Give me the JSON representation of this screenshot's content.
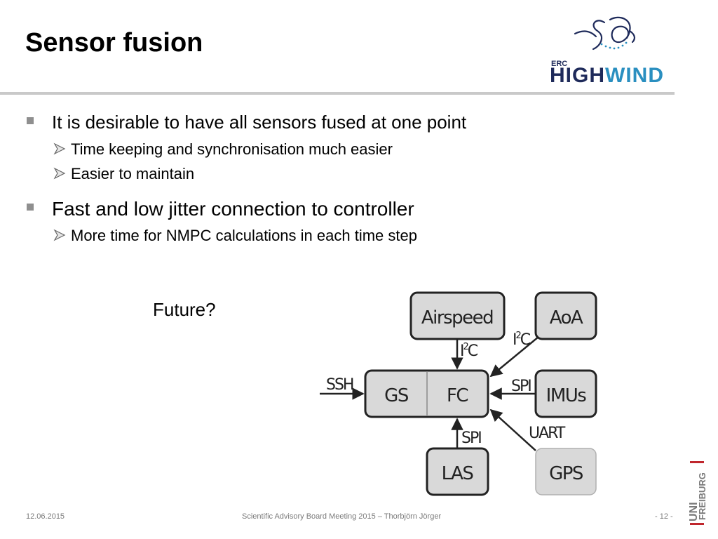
{
  "slide": {
    "title": "Sensor fusion",
    "logo_text": {
      "small": "ERC",
      "name": "HIGHWIND"
    },
    "uni_logo": {
      "top": "UNI",
      "bottom": "FREIBURG"
    },
    "bullets": [
      {
        "text": "It is desirable to have all sensors fused at one point",
        "sub": [
          "Time keeping and synchronisation much easier",
          "Easier to maintain"
        ]
      },
      {
        "text": "Fast and low jitter connection to controller",
        "sub": [
          "More time for NMPC calculations in each time step"
        ]
      }
    ],
    "future_label": "Future?"
  },
  "diagram": {
    "nodes": {
      "airspeed": "Airspeed",
      "aoa": "AoA",
      "gs": "GS",
      "fc": "FC",
      "imus": "IMUs",
      "las": "LAS",
      "gps": "GPS"
    },
    "links": {
      "ssh": "SSH",
      "i2c_airspeed": {
        "base": "I",
        "sup": "2",
        "rest": "C"
      },
      "i2c_aoa": {
        "base": "I",
        "sup": "2",
        "rest": "C"
      },
      "spi_imus": "SPI",
      "spi_las": "SPI",
      "uart_gps": "UART"
    },
    "colors": {
      "box_fill": "#d9d9d9",
      "box_stroke": "#222222",
      "gps_stroke": "#b0b0b0"
    }
  },
  "footer": {
    "date": "12.06.2015",
    "center": "Scientific Advisory Board Meeting 2015 – Thorbjörn Jörger",
    "page": "- 12 -"
  }
}
